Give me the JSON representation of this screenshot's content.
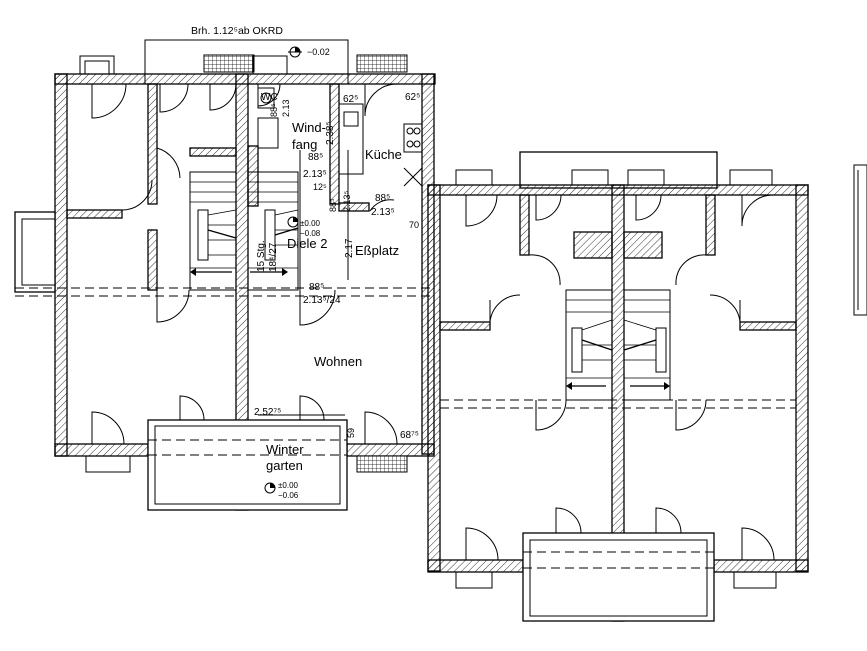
{
  "drawing": {
    "top_note": "Brh. 1.12⁵ab OKRD",
    "level_top": "−0.02",
    "level_diele_a": "±0.00",
    "level_diele_b": "−0.08",
    "level_winter_a": "±0.00",
    "level_winter_b": "−0.06"
  },
  "rooms": {
    "wc": "WC",
    "windfang_1": "Wind-",
    "windfang_2": "fang",
    "kueche": "Küche",
    "diele": "Diele 2",
    "essplatz": "Eßplatz",
    "wohnen": "Wohnen",
    "wintergarten_1": "Winter",
    "wintergarten_2": "garten",
    "stair": "15 Stg.",
    "stair_ratio": "18⁴/27"
  },
  "dims": {
    "d62a": "62⁵",
    "d62b": "62⁵",
    "d88a": "88⁵",
    "d213a": "2.13",
    "d2385": "2.38⁵",
    "d88b": "88⁵",
    "d213b": "2.13⁵",
    "d125": "12⁵",
    "d885": "88⁵",
    "d2135": "2.13⁵",
    "d88c": "88⁵",
    "d213c": "2.13⁵",
    "d70": "70",
    "d217": "2.17",
    "d88d": "88⁵",
    "d213d": "2.13⁵/24",
    "d252": "2.52⁷⁵",
    "d59": "59",
    "d68": "68⁷⁵"
  }
}
